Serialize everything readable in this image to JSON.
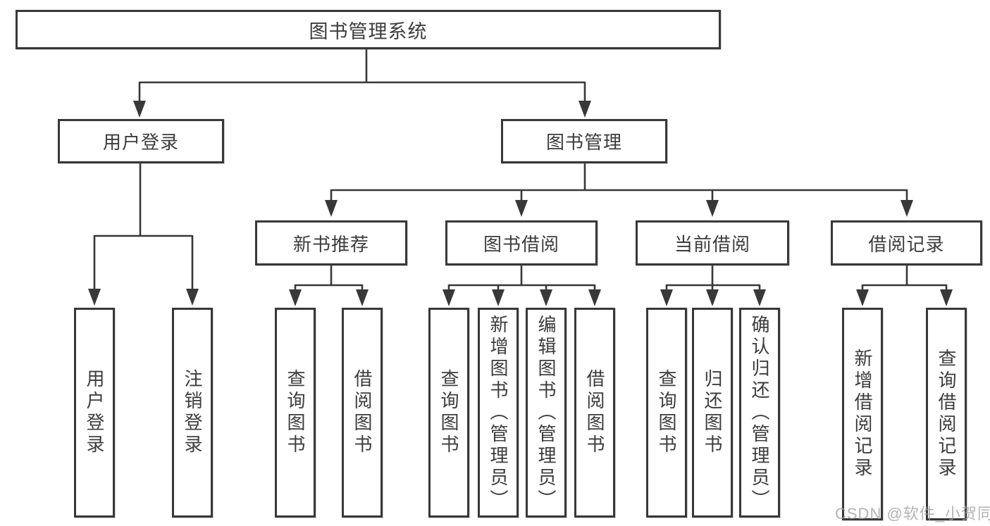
{
  "diagram": {
    "type": "hierarchy-tree",
    "title": "图书管理系统",
    "nodes": {
      "root": "图书管理系统",
      "user_login": "用户登录",
      "book_mgmt": "图书管理",
      "new_books": "新书推荐",
      "book_borrow": "图书借阅",
      "current_borrow": "当前借阅",
      "borrow_records": "借阅记录",
      "leaves": {
        "user_login": [
          "用户登录",
          "注销登录"
        ],
        "new_books": [
          "查询图书",
          "借阅图书"
        ],
        "book_borrow": [
          "查询图书",
          "新增图书（管理员）",
          "编辑图书（管理员）",
          "借阅图书"
        ],
        "current_borrow": [
          "查询图书",
          "归还图书",
          "确认归还（管理员）"
        ],
        "borrow_records": [
          "新增借阅记录",
          "查询借阅记录"
        ]
      }
    },
    "colors": {
      "line": "#383838",
      "text": "#3c3c3c",
      "background": "#ffffff",
      "watermark": "#9e9e9e"
    }
  },
  "watermark": "CSDN @软件_小贺同学"
}
